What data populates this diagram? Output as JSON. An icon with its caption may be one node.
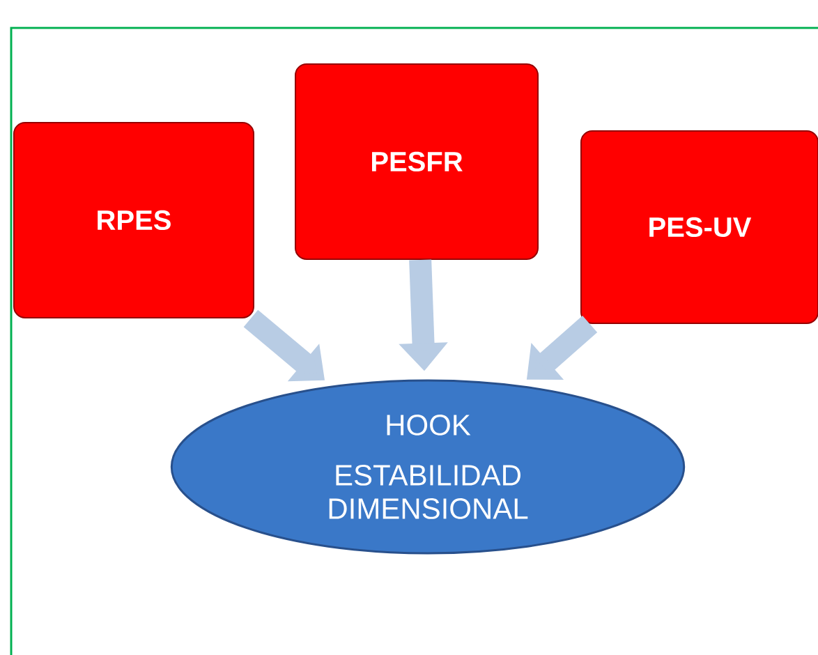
{
  "diagram": {
    "nodes": [
      {
        "text": [
          "RPES"
        ]
      },
      {
        "text": [
          "PESFR"
        ]
      },
      {
        "text": [
          "PES-UV"
        ]
      },
      {
        "text": [
          "HOOK",
          "ESTABILIDAD DIMENSIONAL"
        ]
      }
    ],
    "edges": [
      {
        "from": 0,
        "to": 3,
        "arrow": "to"
      },
      {
        "from": 1,
        "to": 3,
        "arrow": "to"
      },
      {
        "from": 2,
        "to": 3,
        "arrow": "to"
      }
    ]
  }
}
